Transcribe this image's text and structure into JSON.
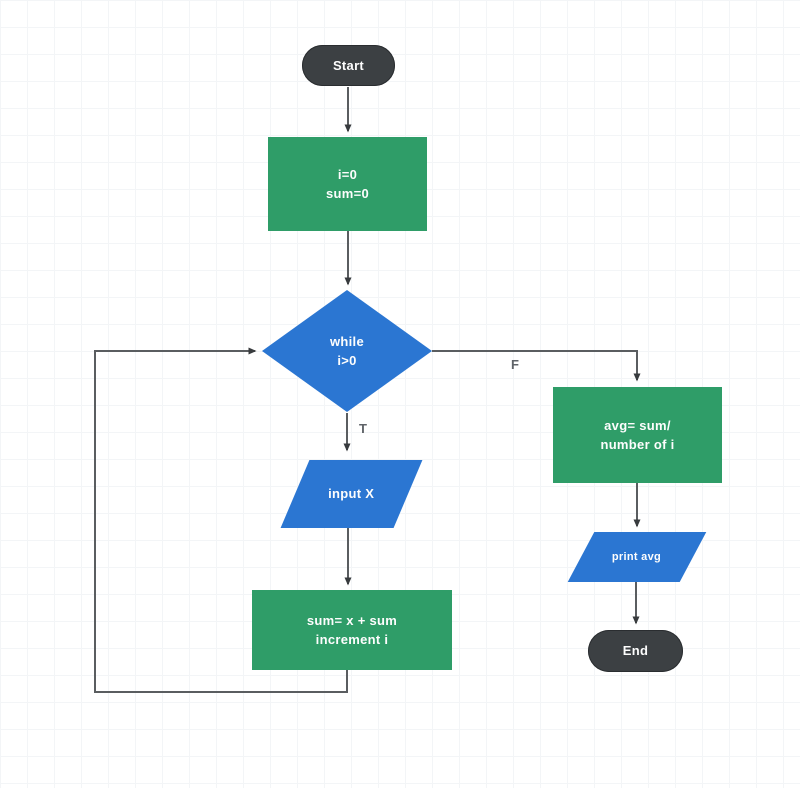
{
  "diagram": {
    "title": "average-calculation-flowchart",
    "colors": {
      "process_fill": "#2f9d68",
      "decision_fill": "#2b76d2",
      "io_fill": "#2b76d2",
      "terminator_fill": "#3c4043",
      "connector": "#5a5d60",
      "edge_label": "#5f6368",
      "node_text": "#fdfdfd",
      "canvas_bg": "#ffffff",
      "grid_line": "#f3f5f7"
    },
    "nodes": {
      "start": {
        "type": "terminator",
        "label": "Start"
      },
      "init": {
        "type": "process",
        "label": "i=0\nsum=0"
      },
      "while": {
        "type": "decision",
        "label": "while\ni>0"
      },
      "input_x": {
        "type": "io",
        "label": "input X"
      },
      "sum": {
        "type": "process",
        "label": "sum= x + sum\nincrement i"
      },
      "avg": {
        "type": "process",
        "label": "avg= sum/\nnumber of i"
      },
      "print_avg": {
        "type": "io",
        "label": "print avg"
      },
      "end": {
        "type": "terminator",
        "label": "End"
      }
    },
    "edge_labels": {
      "true_branch": "T",
      "false_branch": "F"
    },
    "edges": [
      "start -> init",
      "init -> while",
      "while -T-> input_x",
      "input_x -> sum",
      "sum -> while (loop back)",
      "while -F-> avg",
      "avg -> print_avg",
      "print_avg -> end"
    ]
  }
}
